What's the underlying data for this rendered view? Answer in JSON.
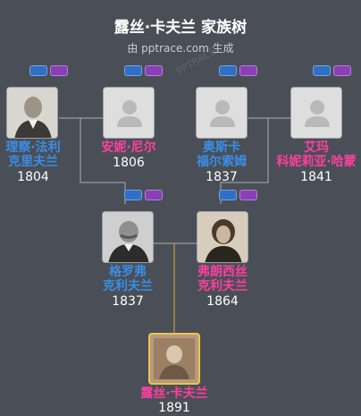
{
  "header": {
    "title": "露丝·卡夫兰 家族树",
    "subtitle": "由 pptrace.com 生成",
    "watermark": "PPTRACE"
  },
  "colors": {
    "background": "#4a4f57",
    "male_name": "#3a8ee6",
    "female_name": "#ff3f9f",
    "badge_blue": "#2f6fc6",
    "badge_purple": "#8a3fb6",
    "self_border": "#f0c24a"
  },
  "people": {
    "p1": {
      "name": "理察·法利\n克里夫兰",
      "year": "1804",
      "photo": "portrait-photo"
    },
    "p2": {
      "name": "安妮·尼尔",
      "year": "1806",
      "photo": "placeholder-avatar"
    },
    "p3": {
      "name": "奥斯卡\n福尔索姆",
      "year": "1837",
      "photo": "placeholder-avatar"
    },
    "p4": {
      "name": "艾玛\n科妮莉亚·哈蒙",
      "year": "1841",
      "photo": "placeholder-avatar"
    },
    "p5": {
      "name": "格罗弗\n克利夫兰",
      "year": "1837",
      "photo": "portrait-photo"
    },
    "p6": {
      "name": "弗朗西丝\n克利夫兰",
      "year": "1864",
      "photo": "portrait-photo"
    },
    "p7": {
      "name": "露丝·卡夫兰",
      "year": "1891",
      "photo": "portrait-photo"
    }
  }
}
